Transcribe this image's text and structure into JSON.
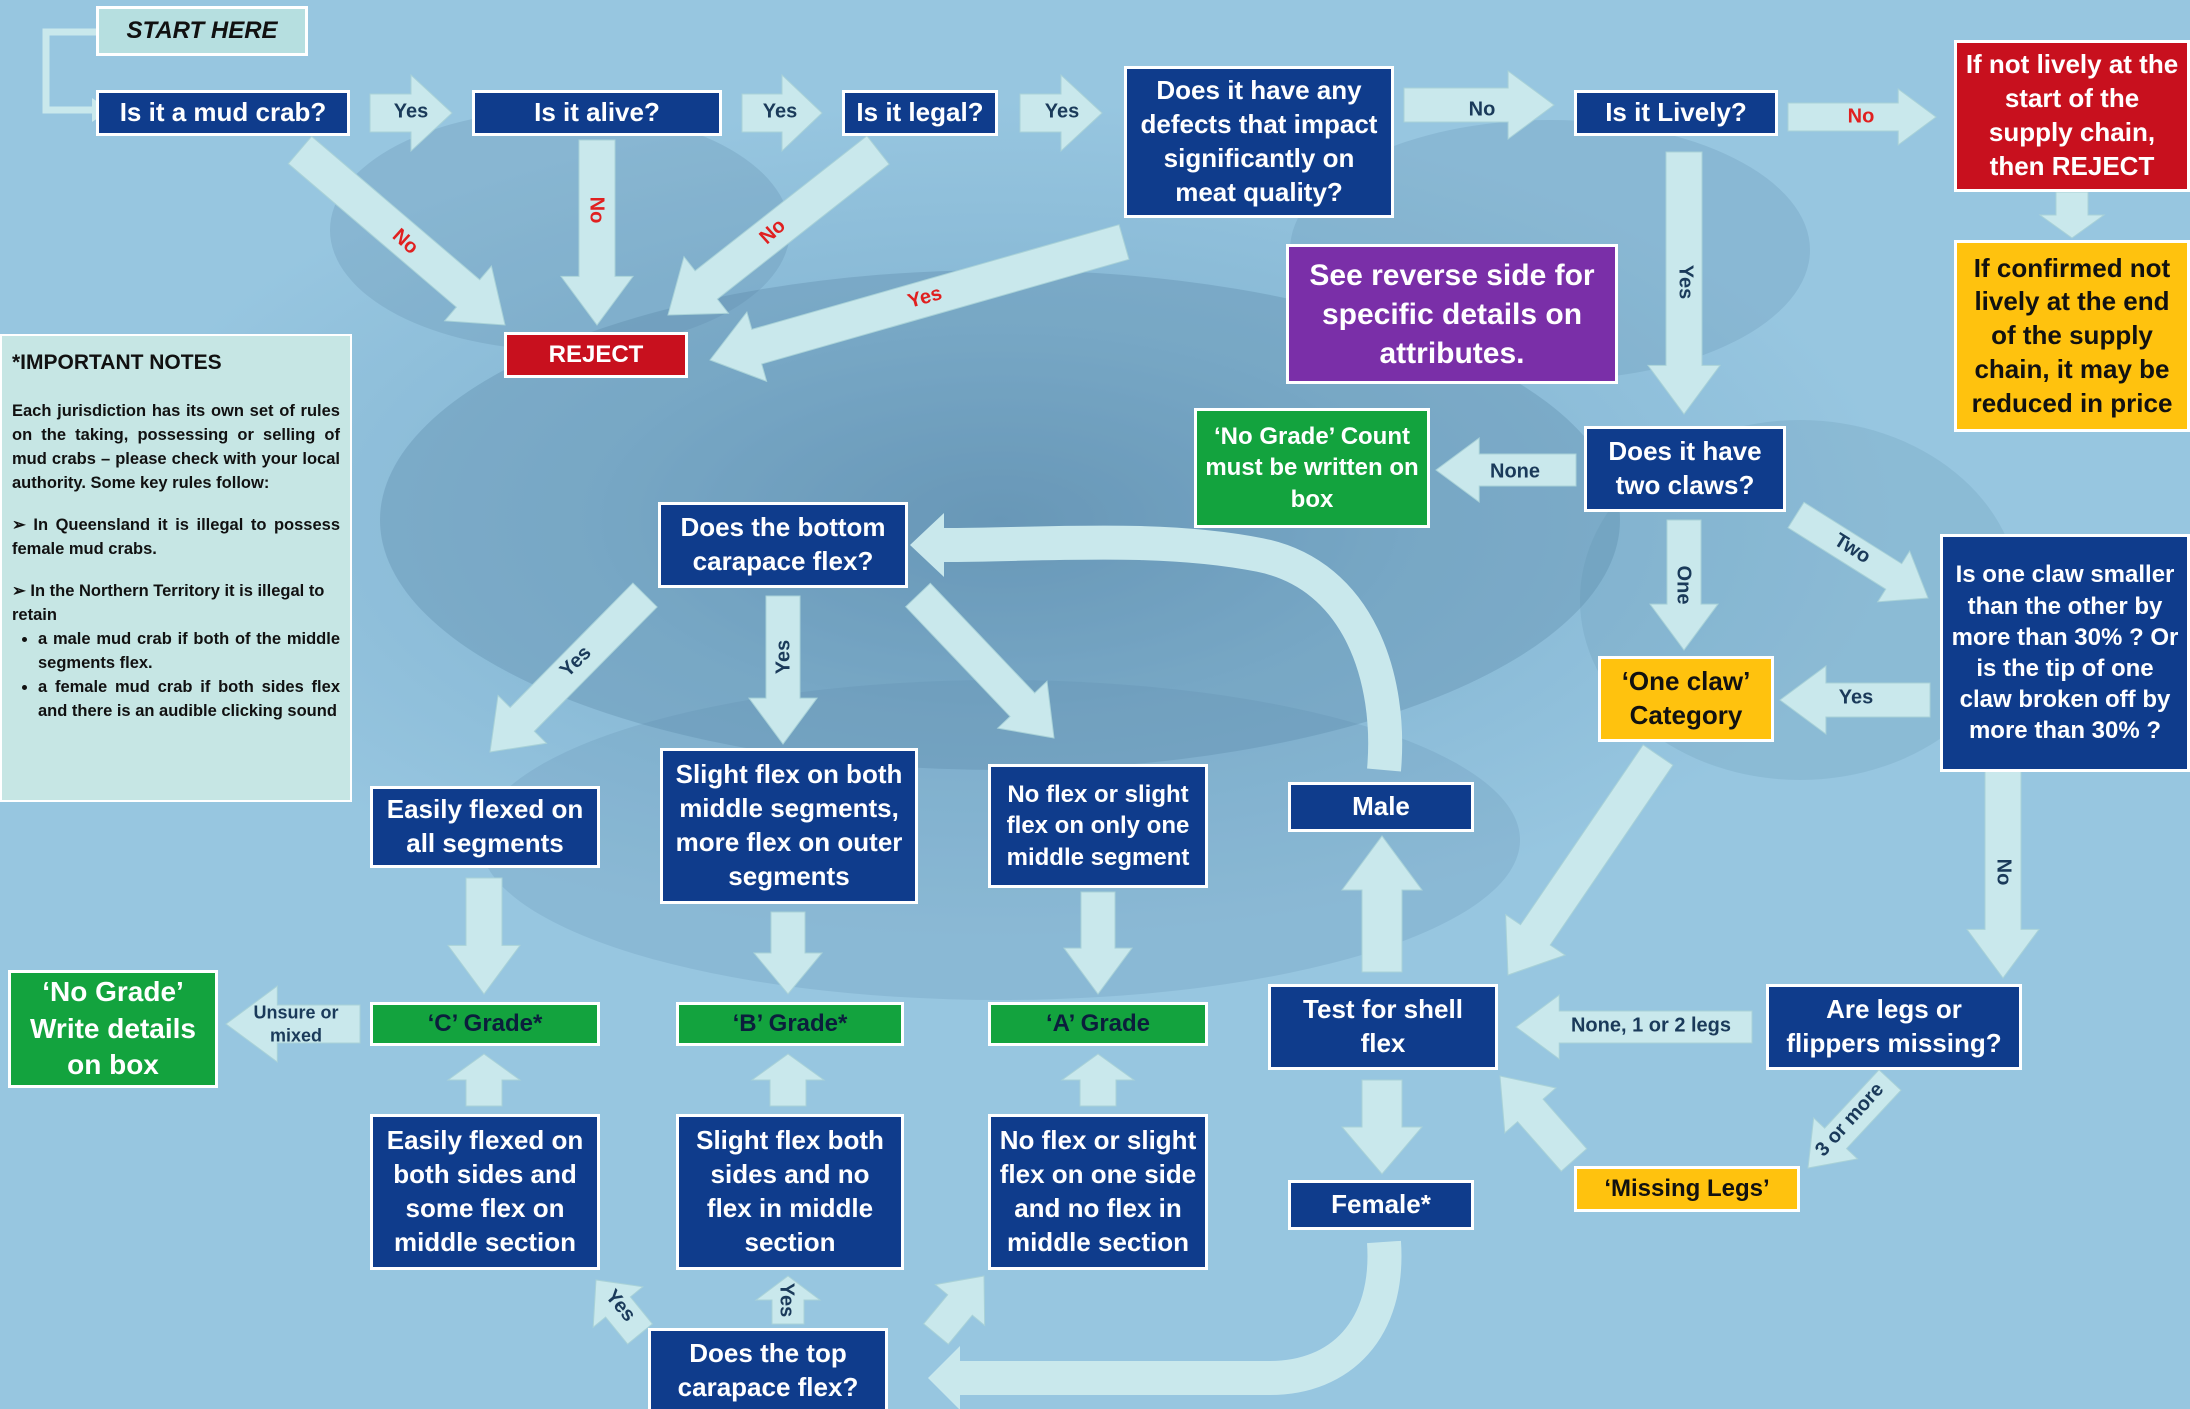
{
  "start": "START HERE",
  "q_mud_crab": "Is it a mud crab?",
  "q_alive": "Is it alive?",
  "q_legal": "Is it legal?",
  "q_defects": "Does it have any defects that impact significantly on meat quality?",
  "q_lively": "Is it Lively?",
  "not_lively_start": "If not lively at the start of the supply chain, then REJECT",
  "not_lively_end": "If confirmed not lively at the end of the supply chain, it may be reduced in price",
  "reject": "REJECT",
  "reverse_side": "See reverse side for specific details on attributes.",
  "no_grade_count": "‘No Grade’ Count must be written on box",
  "q_two_claws": "Does it have two claws?",
  "q_claw_smaller": "Is one claw smaller than the other by more than 30% ? Or is the tip of one claw broken off by more than 30% ?",
  "one_claw": "‘One claw’ Category",
  "q_legs_missing": "Are legs or flippers missing?",
  "missing_legs": "‘Missing Legs’",
  "test_shell": "Test for shell flex",
  "male": "Male",
  "female": "Female*",
  "q_bottom_flex": "Does the bottom carapace flex?",
  "q_top_flex": "Does the top carapace flex?",
  "bottom_easy": "Easily flexed on all segments",
  "bottom_slight": "Slight flex on both middle segments, more flex on outer segments",
  "bottom_none": "No flex or slight flex on only one middle segment",
  "grade_c": "‘C’ Grade*",
  "grade_b": "‘B’ Grade*",
  "grade_a": "‘A’ Grade",
  "no_grade_write": "‘No Grade’ Write details on box",
  "top_easy": "Easily flexed on both sides and some flex on middle section",
  "top_slight": "Slight flex both sides and no flex in middle section",
  "top_none": "No flex or slight flex on one side and no flex in middle section",
  "labels": {
    "yes": "Yes",
    "no": "No",
    "none": "None",
    "one": "One",
    "two": "Two",
    "unsure_or_mixed": "Unsure or mixed",
    "none_1_2_legs": "None, 1 or 2 legs",
    "three_or_more": "3 or more"
  },
  "notes": {
    "title": "*IMPORTANT NOTES",
    "intro": "Each jurisdiction has its own set of rules on the taking, possessing or selling of mud crabs – please check with your local authority. Some key rules follow:",
    "qld": "➢ In Queensland it is illegal to possess female mud crabs.",
    "nt": "➢ In the Northern Territory it is illegal to retain",
    "nt_male": "a male mud crab if both of the middle segments flex.",
    "nt_female": "a female mud crab if both sides flex and there is an audible clicking sound"
  },
  "colors": {
    "navy": "#0f3c8c",
    "red": "#c8101e",
    "green": "#13a33e",
    "yellow": "#ffc20e",
    "purple": "#7a2fa8",
    "arrow": "#c9e8ec"
  }
}
